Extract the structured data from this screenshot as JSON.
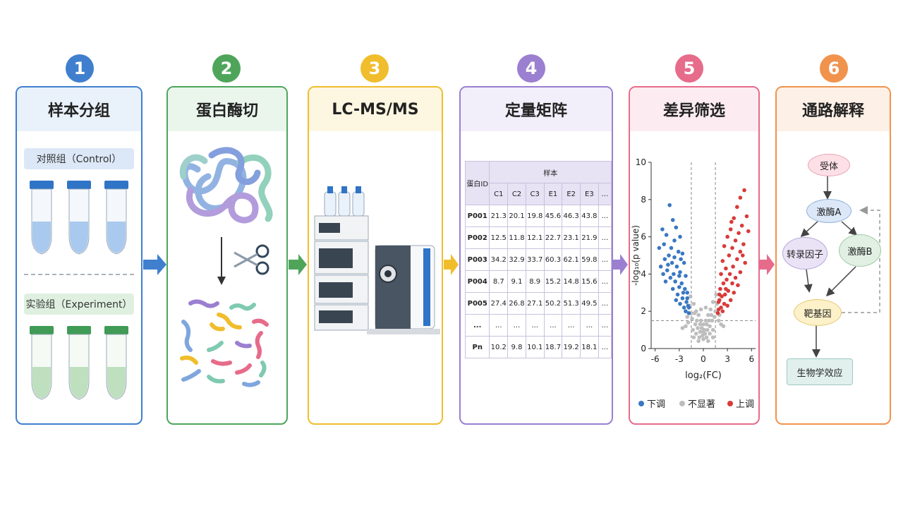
{
  "steps": [
    {
      "num": "1",
      "title": "样本分组",
      "color": "#3f7fce",
      "light": "#e9f1fb"
    },
    {
      "num": "2",
      "title": "蛋白酶切",
      "color": "#4ea55a",
      "light": "#eaf6ec"
    },
    {
      "num": "3",
      "title": "LC-MS/MS",
      "color": "#f0bd2d",
      "light": "#fdf6e1"
    },
    {
      "num": "4",
      "title": "定量矩阵",
      "color": "#9b7fd0",
      "light": "#f2eefa"
    },
    {
      "num": "5",
      "title": "差异筛选",
      "color": "#e76b8a",
      "light": "#fcecf1"
    },
    {
      "num": "6",
      "title": "通路解释",
      "color": "#f1934c",
      "light": "#fdf0e6"
    }
  ],
  "groups": {
    "control": "对照组（Control）",
    "experiment": "实验组（Experiment）"
  },
  "matrix": {
    "id_header": "蛋白ID",
    "samples_header": "样本",
    "columns": [
      "C1",
      "C2",
      "C3",
      "E1",
      "E2",
      "E3",
      "..."
    ],
    "rows": [
      {
        "id": "P001",
        "values": [
          "21.3",
          "20.1",
          "19.8",
          "45.6",
          "46.3",
          "43.8",
          "..."
        ]
      },
      {
        "id": "P002",
        "values": [
          "12.5",
          "11.8",
          "12.1",
          "22.7",
          "23.1",
          "21.9",
          "..."
        ]
      },
      {
        "id": "P003",
        "values": [
          "34.2",
          "32.9",
          "33.7",
          "60.3",
          "62.1",
          "59.8",
          "..."
        ]
      },
      {
        "id": "P004",
        "values": [
          "8.7",
          "9.1",
          "8.9",
          "15.2",
          "14.8",
          "15.6",
          "..."
        ]
      },
      {
        "id": "P005",
        "values": [
          "27.4",
          "26.8",
          "27.1",
          "50.2",
          "51.3",
          "49.5",
          "..."
        ]
      },
      {
        "id": "...",
        "values": [
          "...",
          "...",
          "...",
          "...",
          "...",
          "...",
          "..."
        ]
      },
      {
        "id": "Pn",
        "values": [
          "10.2",
          "9.8",
          "10.1",
          "18.7",
          "19.2",
          "18.1",
          "..."
        ]
      }
    ]
  },
  "volcano": {
    "xlabel": "log₂(FC)",
    "ylabel": "-log₁₀(p value)",
    "xticks": [
      "-6",
      "-3",
      "0",
      "3",
      "6"
    ],
    "yticks": [
      "0",
      "2",
      "4",
      "6",
      "8",
      "10"
    ],
    "legend": {
      "down": "下调",
      "ns": "不显著",
      "up": "上调"
    },
    "colors": {
      "down": "#3a78c3",
      "ns": "#bdbdbd",
      "up": "#d83a3a"
    }
  },
  "chart_data": {
    "type": "scatter",
    "xlabel": "log₂(FC)",
    "ylabel": "-log₁₀(p value)",
    "xlim": [
      -6.5,
      6.5
    ],
    "ylim": [
      0,
      10
    ],
    "xticks": [
      -6,
      -3,
      0,
      3,
      6
    ],
    "yticks": [
      0,
      2,
      4,
      6,
      8,
      10
    ],
    "thresholds": {
      "x": [
        -1.5,
        1.5
      ],
      "y": 1.5
    },
    "legend_position": "bottom",
    "series": [
      {
        "name": "下调",
        "color": "#3a78c3",
        "points": [
          [
            -4.2,
            7.7
          ],
          [
            -3.8,
            6.9
          ],
          [
            -5.1,
            6.4
          ],
          [
            -4.6,
            6.1
          ],
          [
            -3.4,
            6.5
          ],
          [
            -2.9,
            6.0
          ],
          [
            -4.9,
            5.6
          ],
          [
            -4.0,
            5.4
          ],
          [
            -3.6,
            5.8
          ],
          [
            -5.5,
            5.4
          ],
          [
            -4.3,
            5.0
          ],
          [
            -3.1,
            5.2
          ],
          [
            -2.6,
            5.1
          ],
          [
            -4.8,
            4.8
          ],
          [
            -3.9,
            4.6
          ],
          [
            -3.3,
            4.4
          ],
          [
            -2.4,
            4.6
          ],
          [
            -5.3,
            4.4
          ],
          [
            -4.5,
            4.2
          ],
          [
            -3.7,
            4.0
          ],
          [
            -2.9,
            4.1
          ],
          [
            -2.2,
            3.9
          ],
          [
            -4.1,
            3.8
          ],
          [
            -3.5,
            3.6
          ],
          [
            -2.7,
            3.5
          ],
          [
            -4.7,
            3.6
          ],
          [
            -3.0,
            3.3
          ],
          [
            -2.3,
            3.2
          ],
          [
            -3.8,
            3.2
          ],
          [
            -2.0,
            3.0
          ],
          [
            -3.2,
            2.9
          ],
          [
            -2.6,
            2.7
          ],
          [
            -2.1,
            2.5
          ],
          [
            -2.9,
            2.4
          ],
          [
            -2.4,
            2.2
          ],
          [
            -1.9,
            2.3
          ],
          [
            -2.2,
            2.0
          ],
          [
            -1.8,
            1.9
          ],
          [
            -3.4,
            2.6
          ],
          [
            -4.4,
            4.5
          ],
          [
            -2.5,
            3.0
          ],
          [
            -3.6,
            4.9
          ],
          [
            -2.0,
            2.7
          ],
          [
            -3.0,
            3.9
          ],
          [
            -1.8,
            2.2
          ],
          [
            -5.0,
            4.0
          ],
          [
            -2.8,
            4.8
          ]
        ]
      },
      {
        "name": "不显著",
        "color": "#bdbdbd",
        "points": [
          [
            -1.2,
            2.4
          ],
          [
            -0.9,
            2.0
          ],
          [
            -0.6,
            1.8
          ],
          [
            -0.3,
            1.5
          ],
          [
            0.0,
            1.3
          ],
          [
            0.3,
            1.5
          ],
          [
            0.6,
            1.8
          ],
          [
            0.9,
            2.1
          ],
          [
            1.2,
            2.5
          ],
          [
            -1.4,
            1.6
          ],
          [
            -1.0,
            1.3
          ],
          [
            -0.7,
            1.1
          ],
          [
            -0.4,
            0.9
          ],
          [
            -0.1,
            0.7
          ],
          [
            0.2,
            0.8
          ],
          [
            0.5,
            1.0
          ],
          [
            0.8,
            1.2
          ],
          [
            1.1,
            1.5
          ],
          [
            1.4,
            1.7
          ],
          [
            -1.3,
            1.0
          ],
          [
            -0.9,
            0.8
          ],
          [
            -0.5,
            0.6
          ],
          [
            0.0,
            0.5
          ],
          [
            0.4,
            0.6
          ],
          [
            0.8,
            0.8
          ],
          [
            1.2,
            1.0
          ],
          [
            -1.5,
            1.9
          ],
          [
            1.5,
            2.0
          ],
          [
            -0.2,
            1.1
          ],
          [
            0.1,
            1.0
          ],
          [
            -0.8,
            1.5
          ],
          [
            0.7,
            1.5
          ],
          [
            -1.1,
            1.9
          ],
          [
            1.0,
            1.8
          ],
          [
            -0.4,
            1.3
          ],
          [
            0.4,
            1.3
          ],
          [
            -1.7,
            2.3
          ],
          [
            1.7,
            2.4
          ],
          [
            -1.9,
            1.4
          ],
          [
            1.9,
            1.5
          ],
          [
            -2.2,
            1.2
          ],
          [
            2.2,
            1.3
          ],
          [
            -0.6,
            0.4
          ],
          [
            0.6,
            0.4
          ],
          [
            0.0,
            0.9
          ],
          [
            -1.6,
            2.8
          ],
          [
            1.6,
            2.9
          ],
          [
            -2.0,
            1.7
          ],
          [
            2.0,
            1.8
          ],
          [
            -1.2,
            0.6
          ],
          [
            1.2,
            0.6
          ],
          [
            -0.3,
            2.1
          ],
          [
            0.3,
            2.2
          ],
          [
            -2.6,
            1.1
          ],
          [
            2.5,
            1.2
          ]
        ]
      },
      {
        "name": "上调",
        "color": "#d83a3a",
        "points": [
          [
            5.1,
            8.5
          ],
          [
            4.6,
            8.1
          ],
          [
            4.2,
            7.6
          ],
          [
            5.4,
            7.1
          ],
          [
            3.8,
            7.0
          ],
          [
            4.8,
            6.6
          ],
          [
            3.4,
            6.4
          ],
          [
            4.4,
            6.2
          ],
          [
            5.6,
            6.3
          ],
          [
            3.0,
            6.0
          ],
          [
            4.0,
            5.8
          ],
          [
            5.0,
            5.6
          ],
          [
            3.6,
            5.4
          ],
          [
            2.6,
            5.5
          ],
          [
            4.6,
            5.2
          ],
          [
            3.2,
            5.0
          ],
          [
            4.2,
            4.8
          ],
          [
            2.4,
            4.7
          ],
          [
            5.2,
            4.6
          ],
          [
            3.7,
            4.4
          ],
          [
            2.8,
            4.3
          ],
          [
            4.6,
            4.1
          ],
          [
            3.3,
            4.0
          ],
          [
            2.2,
            4.0
          ],
          [
            4.0,
            3.8
          ],
          [
            2.9,
            3.7
          ],
          [
            3.6,
            3.5
          ],
          [
            2.5,
            3.5
          ],
          [
            4.3,
            3.4
          ],
          [
            2.1,
            3.2
          ],
          [
            3.1,
            3.1
          ],
          [
            2.7,
            2.9
          ],
          [
            3.8,
            3.0
          ],
          [
            2.3,
            2.8
          ],
          [
            2.0,
            2.6
          ],
          [
            3.4,
            2.6
          ],
          [
            2.6,
            2.4
          ],
          [
            2.2,
            2.2
          ],
          [
            1.9,
            2.1
          ],
          [
            3.0,
            2.3
          ],
          [
            1.8,
            1.9
          ],
          [
            2.4,
            2.0
          ],
          [
            4.9,
            5.0
          ],
          [
            3.5,
            6.8
          ],
          [
            2.0,
            2.9
          ],
          [
            2.8,
            3.2
          ],
          [
            1.9,
            2.5
          ]
        ]
      }
    ]
  },
  "pathway": {
    "receptor": "受体",
    "kinaseA": "激酶A",
    "tf": "转录因子",
    "kinaseB": "激酶B",
    "target": "靶基因",
    "effect": "生物学效应"
  }
}
